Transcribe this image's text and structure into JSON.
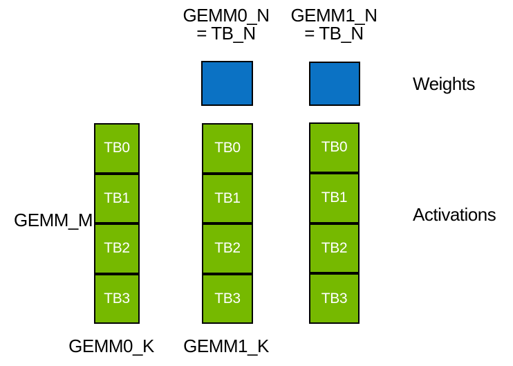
{
  "diagram": {
    "colors": {
      "weights_blue": "#0B72C4",
      "activations_green": "#76B900",
      "border": "#000000",
      "label_text": "#000000",
      "block_text": "#FFFFFF"
    },
    "gemm0": {
      "top_label_line1": "GEMM0_N",
      "top_label_line2": "= TB_N",
      "bottom_label": "GEMM0_K"
    },
    "gemm1": {
      "top_label_line1": "GEMM1_N",
      "top_label_line2": "= TB_N",
      "bottom_label": "GEMM1_K"
    },
    "left_label": "GEMM_M",
    "legend": {
      "weights": "Weights",
      "activations": "Activations"
    },
    "columns": [
      {
        "blocks": [
          "TB0",
          "TB1",
          "TB2",
          "TB3"
        ]
      },
      {
        "blocks": [
          "TB0",
          "TB1",
          "TB2",
          "TB3"
        ]
      },
      {
        "blocks": [
          "TB0",
          "TB1",
          "TB2",
          "TB3"
        ]
      }
    ]
  }
}
